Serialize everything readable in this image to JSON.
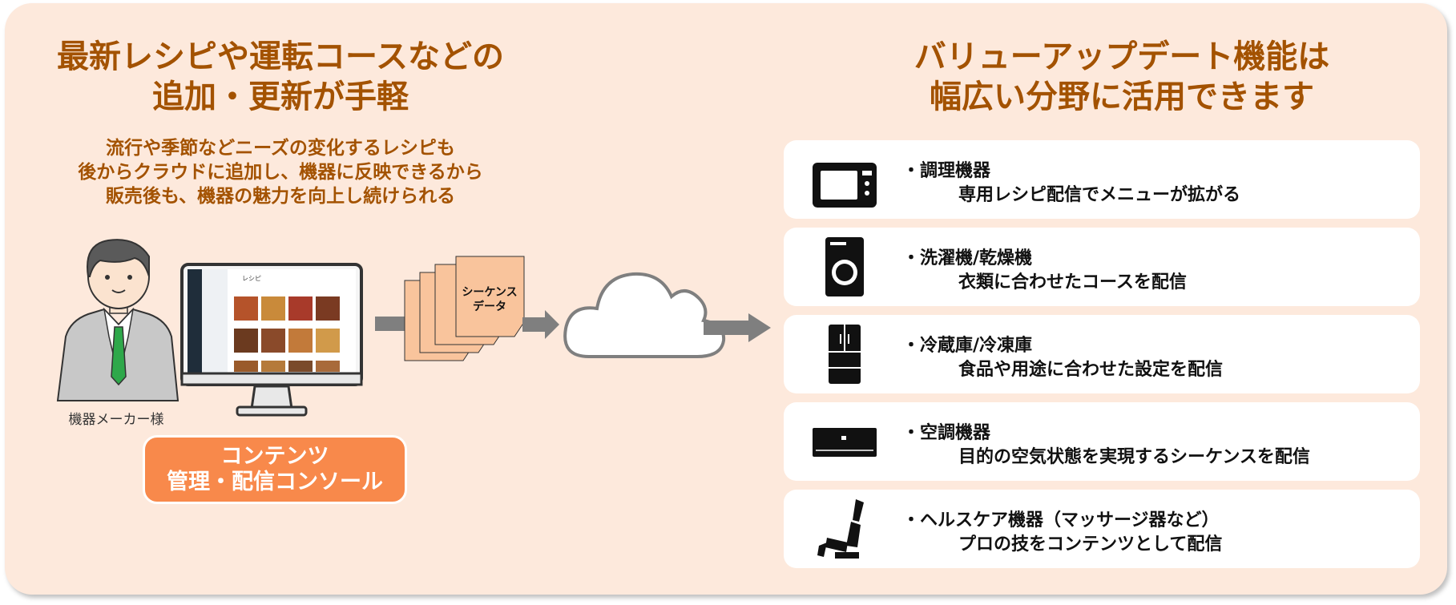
{
  "left": {
    "title_line1": "最新レシピや運転コースなどの",
    "title_line2": "追加・更新が手軽",
    "subtitle_line1": "流行や季節などニーズの変化するレシピも",
    "subtitle_line2": "後からクラウドに追加し、機器に反映できるから",
    "subtitle_line3": "販売後も、機器の魅力を向上し続けられる",
    "user_label": "機器メーカー様",
    "console_line1": "コンテンツ",
    "console_line2": "管理・配信コンソール",
    "doc_label_line1": "シーケンス",
    "doc_label_line2": "データ",
    "screen_header": "レシピ"
  },
  "right": {
    "title_line1": "バリューアップデート機能は",
    "title_line2": "幅広い分野に活用できます",
    "cards": [
      {
        "icon": "microwave-icon",
        "category": "・調理機器",
        "desc": "専用レシピ配信でメニューが拡がる"
      },
      {
        "icon": "washing-machine-icon",
        "category": "・洗濯機/乾燥機",
        "desc": "衣類に合わせたコースを配信"
      },
      {
        "icon": "refrigerator-icon",
        "category": "・冷蔵庫/冷凍庫",
        "desc": "食品や用途に合わせた設定を配信"
      },
      {
        "icon": "air-conditioner-icon",
        "category": "・空調機器",
        "desc": "目的の空気状態を実現するシーケンスを配信"
      },
      {
        "icon": "massage-chair-icon",
        "category": "・ヘルスケア機器（マッサージ器など）",
        "desc": "プロの技をコンテンツとして配信"
      }
    ]
  },
  "colors": {
    "background": "#fde9dc",
    "title": "#a35200",
    "accent": "#f8894b",
    "document": "#f9c49c",
    "arrow": "#7f7f7f"
  }
}
